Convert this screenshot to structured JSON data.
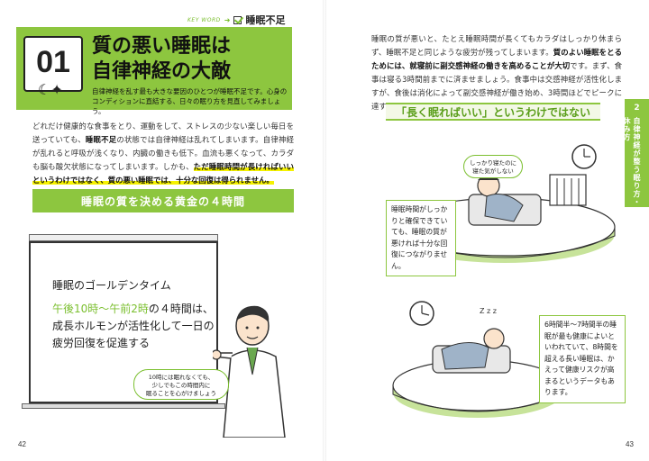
{
  "keyword": {
    "label": "KEY WORD",
    "text": "睡眠不足"
  },
  "chapter": {
    "number": "01",
    "title_line1": "質の悪い睡眠は",
    "title_line2": "自律神経の大敵",
    "lead": "自律神経を乱す最も大きな要因のひとつが睡眠不足です。心身のコンディションに直結する、日々の眠り方を見直してみましょう。"
  },
  "left_body": {
    "p1": "どれだけ健康的な食事をとり、運動をして、ストレスの少ない楽しい毎日を送っていても、",
    "p1_bold": "睡眠不足",
    "p2": "の状態では自律神経は乱れてしまいます。自律神経が乱れると呼吸が浅くなり、内臓の働きも低下。血流も悪くなって、カラダも脳も酸欠状態になってしまいます。しかも、",
    "p2_bold": "ただ睡眠時間が長ければいいというわけではなく、質の悪い睡眠では、十分な回復は得られません。"
  },
  "section_heading": "睡眠の質を決める黄金の４時間",
  "whiteboard": {
    "title": "睡眠のゴールデンタイム",
    "line1_green": "午後10時～午前2時",
    "line1_rest": "の４時間は、",
    "line2": "成長ホルモンが活性化して一日の",
    "line3": "疲労回復を促進する"
  },
  "doctor_bubble": {
    "line1": "10時には眠れなくても、",
    "line2": "少しでもこの時間内に",
    "line3": "眠ることを心がけましょう"
  },
  "right_body": {
    "p1": "睡眠の質が悪いと、たとえ睡眠時間が長くてもカラダはしっかり休まらず、睡眠不足と同じような疲労が残ってしまいます。",
    "p1_bold": "質のよい睡眠をとるためには、就寝前に副交感神経の働きを高めることが大切",
    "p2": "です。まず、食事は寝る3時間前までに済ませましょう。食事中は交感神経が活性化しますが、食後は消化によって副交感神経が働き始め、3時間ほどでピークに達するからです。"
  },
  "right_heading": "「長く眠ればいい」というわけではない",
  "side_tab": {
    "number": "2",
    "text": "自律神経が整う眠り方・休み方"
  },
  "thought_bubble": {
    "line1": "しっかり寝たのに",
    "line2": "寝た気がしない"
  },
  "note1": "睡眠時間がしっかりと確保できていても、睡眠の質が悪ければ十分な回復につながりません。",
  "note2": "6時間半～7時間半の睡眠が最も健康によいといわれていて、8時間を超える長い睡眠は、かえって健康リスクが高まるというデータもあります。",
  "page_left": "42",
  "page_right": "43",
  "colors": {
    "accent": "#8dc63f",
    "highlight": "#f5f200"
  }
}
